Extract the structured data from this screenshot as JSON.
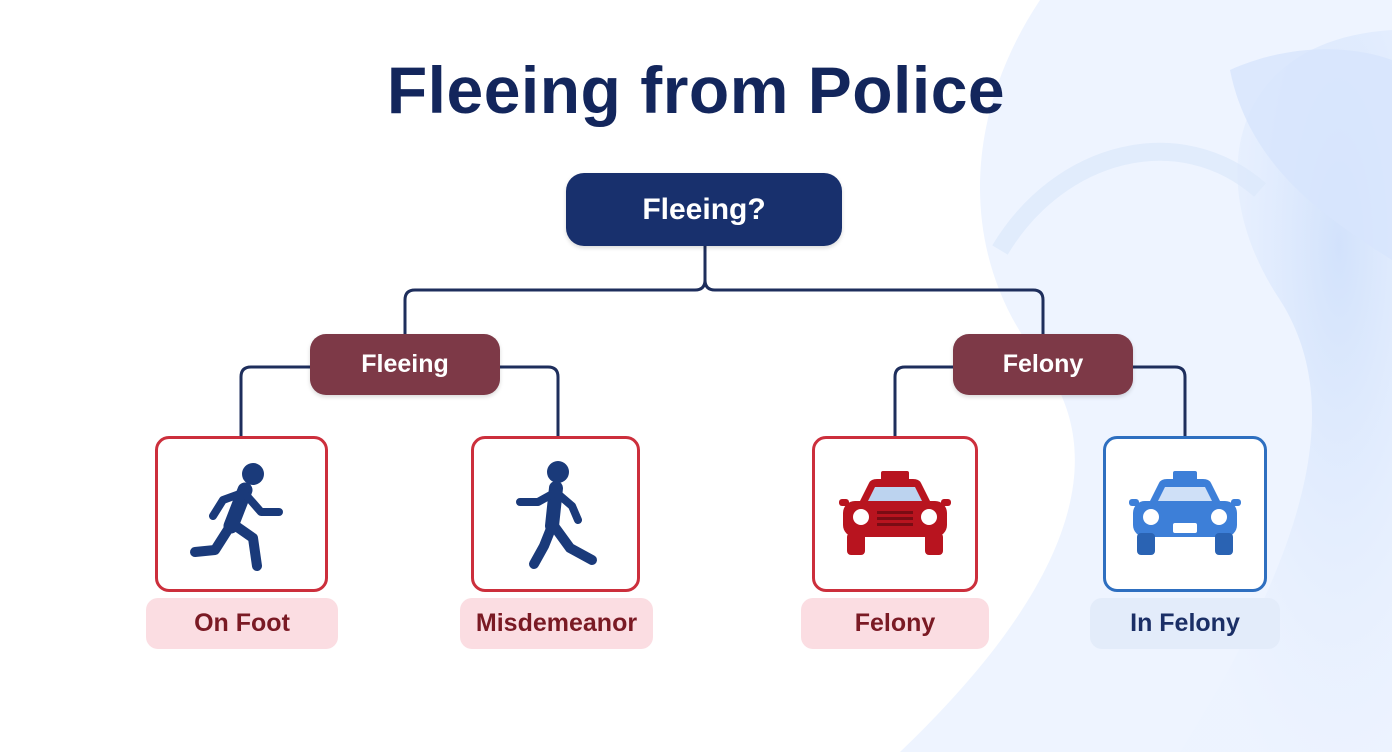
{
  "title": "Fleeing from Police",
  "root": {
    "label": "Fleeing?"
  },
  "branches": [
    {
      "label": "Fleeing",
      "leaves": [
        {
          "label": "On Foot",
          "icon": "running-person-icon"
        },
        {
          "label": "Misdemeanor",
          "icon": "walking-person-icon"
        }
      ]
    },
    {
      "label": "Felony",
      "leaves": [
        {
          "label": "Felony",
          "icon": "red-police-car-icon"
        },
        {
          "label": "In Felony",
          "icon": "blue-police-car-icon"
        }
      ]
    }
  ],
  "colors": {
    "title": "#13265c",
    "root_fill": "#18306d",
    "branch_fill": "#7d3947",
    "red_accent": "#cc2f3c",
    "blue_accent": "#2e6fc0",
    "red_label_bg": "#fbdde2",
    "blue_label_bg": "#e3ecfa",
    "connector": "#1e2e5c"
  }
}
